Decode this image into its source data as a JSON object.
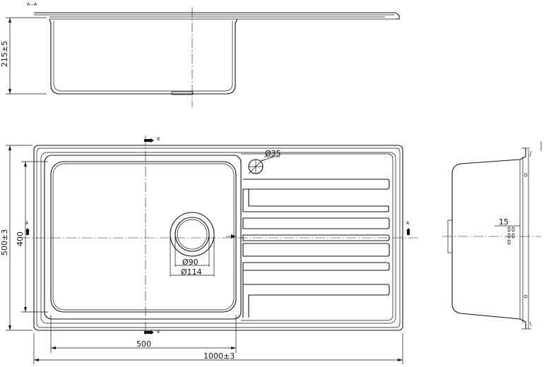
{
  "section_label": "A—A",
  "dimensions": {
    "depth": "215±5",
    "width_total": "500±3",
    "bowl_width": "400",
    "bowl_length": "500",
    "length_total": "1000±3",
    "tap_hole": "Ø35",
    "waste_inner": "Ø90",
    "waste_outer": "Ø114",
    "flange": "15"
  },
  "markers": {
    "section_a": "A",
    "section_b": "B"
  },
  "colors": {
    "line": "#111111",
    "background": "#ffffff"
  }
}
